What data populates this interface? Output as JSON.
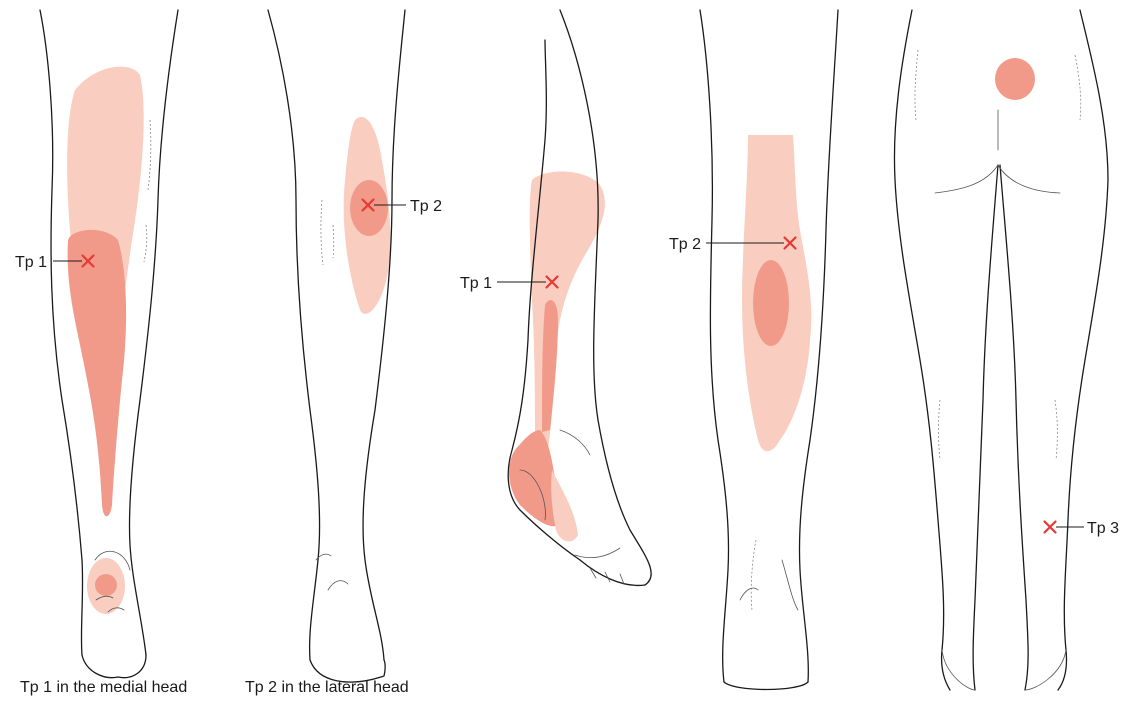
{
  "colors": {
    "referral_light": "#f9cdbf",
    "referral_dark": "#f19a8a",
    "trigger_point_marker": "#e53935",
    "outline": "#1a1a1a"
  },
  "trigger_points": [
    {
      "id": "tp1-medial",
      "label": "Tp 1",
      "marker": "cross"
    },
    {
      "id": "tp2-lateral",
      "label": "Tp 2",
      "marker": "cross"
    },
    {
      "id": "tp1-side",
      "label": "Tp 1",
      "marker": "cross"
    },
    {
      "id": "tp2-front",
      "label": "Tp 2",
      "marker": "cross"
    },
    {
      "id": "tp3-back",
      "label": "Tp 3",
      "marker": "cross"
    }
  ],
  "captions": {
    "medial": "Tp 1 in the medial head",
    "lateral": "Tp 2 in the lateral head"
  }
}
